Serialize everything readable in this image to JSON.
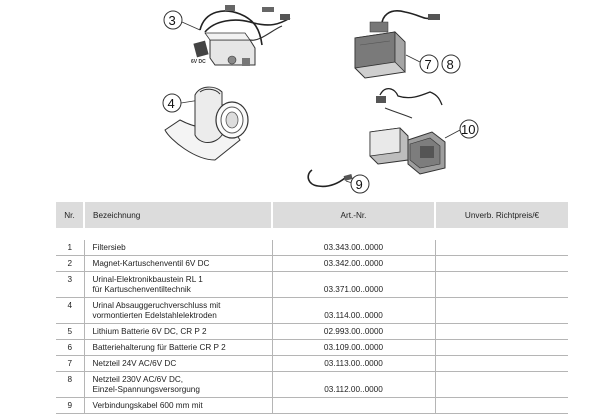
{
  "illustration_labels": {
    "item_3": "3",
    "item_4": "4",
    "item_7": "7",
    "item_8": "8",
    "item_9": "9",
    "item_10": "10",
    "voltage_tag": "6V DC"
  },
  "table": {
    "headers": {
      "nr": "Nr.",
      "bezeichnung": "Bezeichnung",
      "art_nr": "Art.-Nr.",
      "price": "Unverb. Richtpreis/€"
    },
    "rows": [
      {
        "nr": "1",
        "desc": [
          "Filtersieb"
        ],
        "art": "03.343.00..0000",
        "price": ""
      },
      {
        "nr": "2",
        "desc": [
          "Magnet-Kartuschenventil 6V DC"
        ],
        "art": "03.342.00..0000",
        "price": ""
      },
      {
        "nr": "3",
        "desc": [
          "Urinal-Elektronikbaustein RL 1",
          "für Kartuschenventiltechnik"
        ],
        "art": "03.371.00..0000",
        "price": ""
      },
      {
        "nr": "4",
        "desc": [
          "Urinal Absauggeruchverschluss mit",
          "vormontierten Edelstahlelektroden"
        ],
        "art": "03.114.00..0000",
        "price": ""
      },
      {
        "nr": "5",
        "desc": [
          "Lithium Batterie 6V DC, CR P 2"
        ],
        "art": "02.993.00..0000",
        "price": ""
      },
      {
        "nr": "6",
        "desc": [
          "Batteriehalterung für Batterie CR P 2"
        ],
        "art": "03.109.00..0000",
        "price": ""
      },
      {
        "nr": "7",
        "desc": [
          "Netzteil 24V AC/6V DC"
        ],
        "art": "03.113.00..0000",
        "price": ""
      },
      {
        "nr": "8",
        "desc": [
          "Netzteil 230V AC/6V DC,",
          "Einzel-Spannungsversorgung"
        ],
        "art": "03.112.00..0000",
        "price": ""
      },
      {
        "nr": "9",
        "desc": [
          "Verbindungskabel 600 mm mit"
        ],
        "art": "",
        "price": ""
      }
    ]
  }
}
